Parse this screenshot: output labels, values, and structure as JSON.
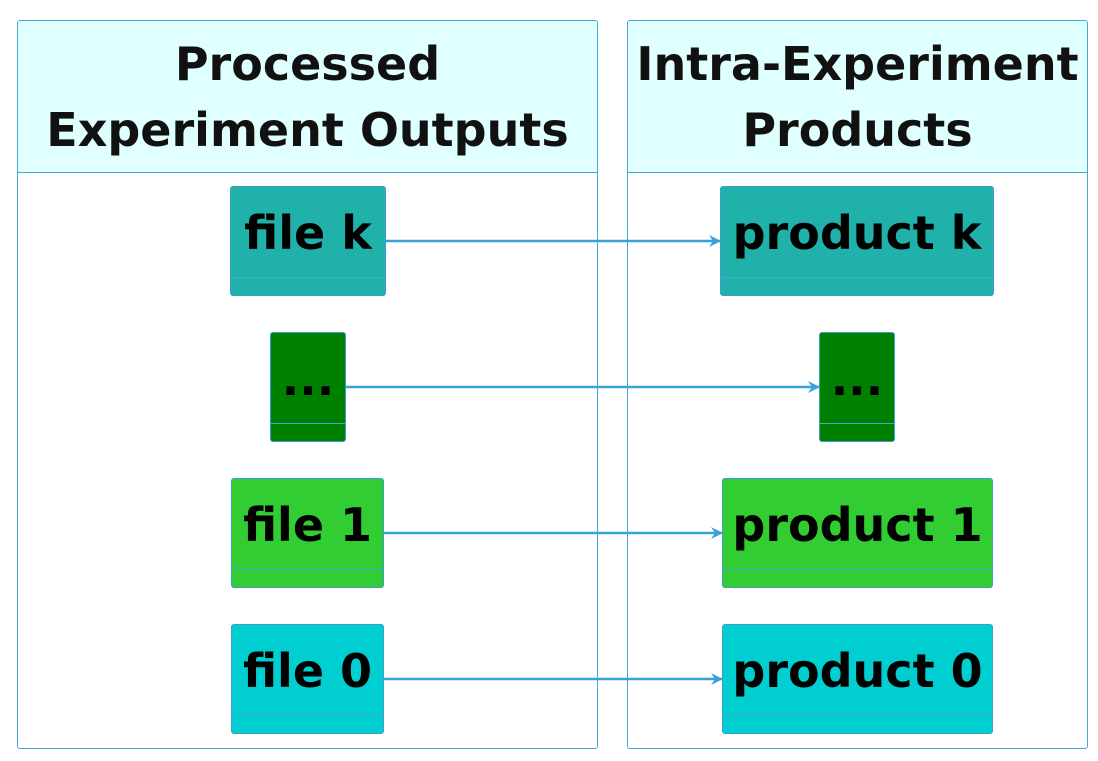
{
  "colors": {
    "border": "#45a7d4",
    "header_fill": "#e0ffff",
    "arrow": "#3aa0d8",
    "file_k": "#20b2aa",
    "ellipsis": "#008000",
    "file_1": "#32cd32",
    "file_0": "#00ced1"
  },
  "left_panel": {
    "title": "Processed Experiment Outputs"
  },
  "right_panel": {
    "title": "Intra-Experiment Products"
  },
  "rows": [
    {
      "source": "file k",
      "target": "product k",
      "color_key": "file_k"
    },
    {
      "source": "...",
      "target": "...",
      "color_key": "ellipsis"
    },
    {
      "source": "file 1",
      "target": "product 1",
      "color_key": "file_1"
    },
    {
      "source": "file 0",
      "target": "product 0",
      "color_key": "file_0"
    }
  ]
}
